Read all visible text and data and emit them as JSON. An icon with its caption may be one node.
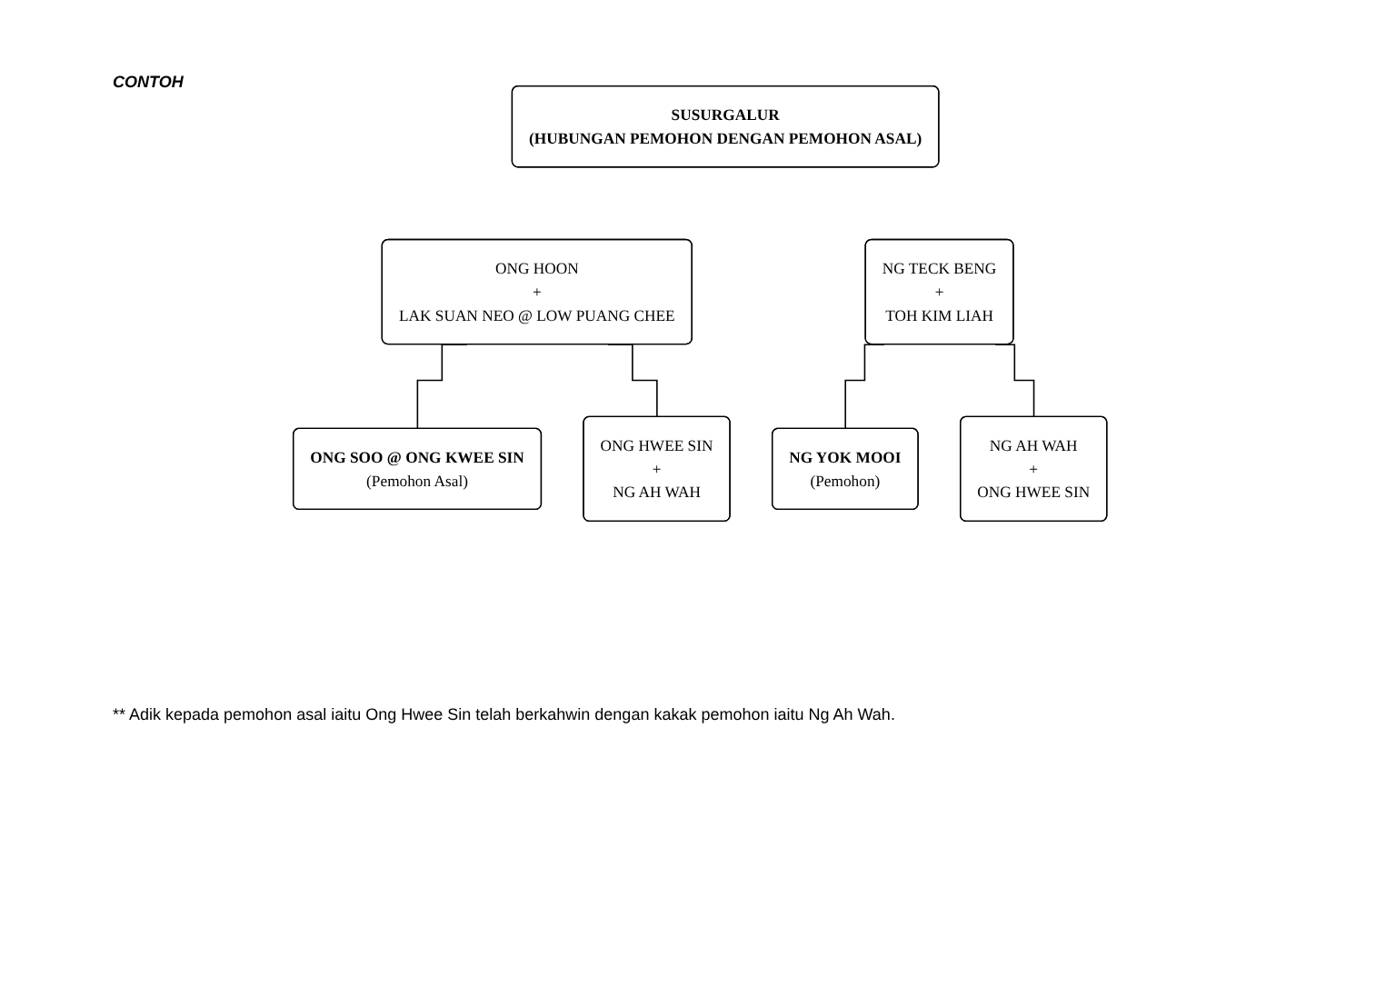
{
  "diagram": {
    "nodes": [
      {
        "text": [
          "SUSURGALUR",
          "(HUBUNGAN PEMOHON DENGAN PEMOHON ASAL)"
        ]
      },
      {
        "text": [
          "ONG HOON",
          "+",
          "LAK SUAN NEO @ LOW PUANG CHEE"
        ]
      },
      {
        "text": [
          "ONG SOO @ ONG KWEE SIN",
          "(Pemohon Asal)"
        ]
      },
      {
        "text": [
          "ONG HWEE SIN",
          "+",
          "NG AH WAH"
        ]
      },
      {
        "text": [
          "NG TECK BENG",
          "+",
          "TOH KIM LIAH"
        ]
      },
      {
        "text": [
          "NG YOK MOOI",
          "(Pemohon)"
        ]
      },
      {
        "text": [
          "NG AH WAH",
          "+",
          "ONG HWEE SIN"
        ]
      }
    ],
    "edges": [
      {
        "from": 1,
        "to": 2,
        "arrow": "none"
      },
      {
        "from": 1,
        "to": 3,
        "arrow": "none"
      },
      {
        "from": 4,
        "to": 5,
        "arrow": "none"
      },
      {
        "from": 4,
        "to": 6,
        "arrow": "none"
      }
    ],
    "labels": [
      "CONTOH",
      "** Adik kepada pemohon asal iaitu Ong Hwee Sin telah berkahwin dengan kakak pemohon iaitu Ng Ah Wah."
    ]
  }
}
